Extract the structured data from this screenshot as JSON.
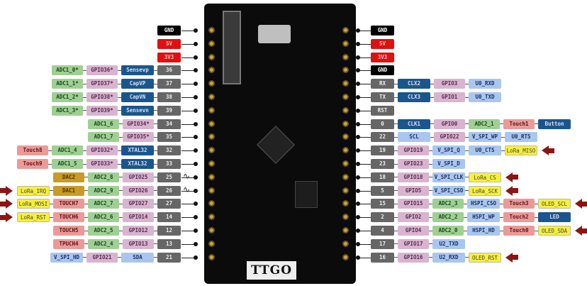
{
  "board": {
    "label": "TTGO"
  },
  "colors": {
    "gnd": "#000000",
    "power": "#e01010",
    "pin": "#666666",
    "function": "#1a568e",
    "gpio": "#d8b4cf",
    "adc": "#9fcf94",
    "touch": "#ec9a98",
    "lora_oled": "#f7f03a",
    "dac": "#c99a25",
    "spi_uart": "#a9c6ee",
    "arrow": "#8e1414"
  },
  "left_pins": [
    {
      "labels": [
        [
          "GND",
          "gnd"
        ]
      ]
    },
    {
      "labels": [
        [
          "5V",
          "pwr"
        ]
      ]
    },
    {
      "labels": [
        [
          "3V3",
          "pwr"
        ]
      ]
    },
    {
      "labels": [
        [
          "36",
          "pin"
        ],
        [
          "Sensevp",
          "func"
        ],
        [
          "GPIO36*",
          "gpio"
        ],
        [
          "ADC1_0*",
          "adc"
        ]
      ]
    },
    {
      "labels": [
        [
          "37",
          "pin"
        ],
        [
          "CapVP",
          "func"
        ],
        [
          "GPIO37*",
          "gpio"
        ],
        [
          "ADC1_1*",
          "adc"
        ]
      ]
    },
    {
      "labels": [
        [
          "38",
          "pin"
        ],
        [
          "CapVN",
          "func"
        ],
        [
          "GPIO38*",
          "gpio"
        ],
        [
          "ADC1_2*",
          "adc"
        ]
      ]
    },
    {
      "labels": [
        [
          "39",
          "pin"
        ],
        [
          "Sensevn",
          "func"
        ],
        [
          "GPIO39*",
          "gpio"
        ],
        [
          "ADC1_3*",
          "adc"
        ]
      ]
    },
    {
      "labels": [
        [
          "34",
          "pin"
        ],
        [
          "GPIO34*",
          "gpio"
        ],
        [
          "ADC1_6",
          "adc"
        ]
      ]
    },
    {
      "labels": [
        [
          "35",
          "pin"
        ],
        [
          "GPIO35*",
          "gpio"
        ],
        [
          "ADC1_7",
          "adc"
        ]
      ]
    },
    {
      "labels": [
        [
          "32",
          "pin"
        ],
        [
          "XTAL32",
          "func"
        ],
        [
          "GPIO32*",
          "gpio"
        ],
        [
          "ADC1_4",
          "adc"
        ],
        [
          "Touch8",
          "touch"
        ]
      ]
    },
    {
      "labels": [
        [
          "33",
          "pin"
        ],
        [
          "XTAL32",
          "func"
        ],
        [
          "GPIO33*",
          "gpio"
        ],
        [
          "ADC1_5",
          "adc"
        ],
        [
          "Touch9",
          "touch"
        ]
      ]
    },
    {
      "labels": [
        [
          "25",
          "pin"
        ],
        [
          "GPIO25",
          "gpio"
        ],
        [
          "ADC2_8",
          "adc"
        ],
        [
          "DAC2",
          "dac"
        ]
      ],
      "wave": true
    },
    {
      "labels": [
        [
          "26",
          "pin"
        ],
        [
          "GPIO26",
          "gpio"
        ],
        [
          "ADC2_9",
          "adc"
        ],
        [
          "DAC1",
          "dac"
        ],
        [
          "LoRa_IRQ",
          "lora"
        ]
      ],
      "wave": true,
      "arrow": true
    },
    {
      "labels": [
        [
          "27",
          "pin"
        ],
        [
          "GPIO27",
          "gpio"
        ],
        [
          "ADC2_7",
          "adc"
        ],
        [
          "TOUCH7",
          "touch"
        ],
        [
          "LoRa_MOSI",
          "lora"
        ]
      ],
      "arrow": true
    },
    {
      "labels": [
        [
          "14",
          "pin"
        ],
        [
          "GPIO14",
          "gpio"
        ],
        [
          "ADC2_6",
          "adc"
        ],
        [
          "TOUCH6",
          "touch"
        ],
        [
          "LoRa_RST",
          "lora"
        ]
      ],
      "arrow": true
    },
    {
      "labels": [
        [
          "12",
          "pin"
        ],
        [
          "GPIO12",
          "gpio"
        ],
        [
          "ADC2_5",
          "adc"
        ],
        [
          "TOUCH5",
          "touch"
        ]
      ]
    },
    {
      "labels": [
        [
          "13",
          "pin"
        ],
        [
          "GPIO13",
          "gpio"
        ],
        [
          "ADC2_4",
          "adc"
        ],
        [
          "TPUCH4",
          "touch"
        ]
      ]
    },
    {
      "labels": [
        [
          "21",
          "pin"
        ],
        [
          "SDA",
          "spi"
        ],
        [
          "GPIO21",
          "gpio"
        ],
        [
          "V_SPI_HD",
          "spi"
        ]
      ]
    }
  ],
  "right_pins": [
    {
      "labels": [
        [
          "GND",
          "gnd"
        ]
      ]
    },
    {
      "labels": [
        [
          "5V",
          "pwr"
        ]
      ]
    },
    {
      "labels": [
        [
          "3V3",
          "pwr"
        ]
      ]
    },
    {
      "labels": [
        [
          "GND",
          "gnd"
        ]
      ]
    },
    {
      "labels": [
        [
          "RX",
          "pin"
        ],
        [
          "CLX2",
          "func"
        ],
        [
          "GPIO3",
          "gpio"
        ],
        [
          "U0_RXD",
          "spi"
        ]
      ]
    },
    {
      "labels": [
        [
          "TX",
          "pin"
        ],
        [
          "CLX3",
          "func"
        ],
        [
          "GPIO1",
          "gpio"
        ],
        [
          "U0_TXD",
          "spi"
        ]
      ]
    },
    {
      "labels": [
        [
          "RST",
          "pin"
        ]
      ]
    },
    {
      "labels": [
        [
          "0",
          "pin"
        ],
        [
          "CLK1",
          "func"
        ],
        [
          "GPIO0",
          "gpio"
        ],
        [
          "ADC2_1",
          "adc"
        ],
        [
          "Touch1",
          "touch"
        ],
        [
          "Button",
          "func"
        ]
      ]
    },
    {
      "labels": [
        [
          "22",
          "pin"
        ],
        [
          "SCL",
          "spi"
        ],
        [
          "GPIO22",
          "gpio"
        ],
        [
          "V_SPI_WP",
          "spi"
        ],
        [
          "U0_RTS",
          "spi"
        ]
      ]
    },
    {
      "labels": [
        [
          "19",
          "pin"
        ],
        [
          "GPIO19",
          "gpio"
        ],
        [
          "V_SPI_Q",
          "spi"
        ],
        [
          "U0_CTS",
          "spi"
        ],
        [
          "LoRa_MISO",
          "lora"
        ]
      ],
      "arrow": true
    },
    {
      "labels": [
        [
          "23",
          "pin"
        ],
        [
          "GPIO23",
          "gpio"
        ],
        [
          "V_SPI_D",
          "spi"
        ]
      ]
    },
    {
      "labels": [
        [
          "18",
          "pin"
        ],
        [
          "GPIO18",
          "gpio"
        ],
        [
          "V_SPI_CLK",
          "spi"
        ],
        [
          "LoRa_CS",
          "lora"
        ]
      ],
      "arrow": true
    },
    {
      "labels": [
        [
          "5",
          "pin"
        ],
        [
          "GPIO5",
          "gpio"
        ],
        [
          "V_SPI_CSO",
          "spi"
        ],
        [
          "LoRa_SCK",
          "lora"
        ]
      ],
      "arrow": true
    },
    {
      "labels": [
        [
          "15",
          "pin"
        ],
        [
          "GPIO15",
          "gpio"
        ],
        [
          "ADC2_3",
          "adc"
        ],
        [
          "HSPI_CSO",
          "spi"
        ],
        [
          "Touch3",
          "touch"
        ],
        [
          "OLED_SCL",
          "lora"
        ]
      ],
      "arrow": true
    },
    {
      "labels": [
        [
          "2",
          "pin"
        ],
        [
          "GPIO2",
          "gpio"
        ],
        [
          "ADC2_2",
          "adc"
        ],
        [
          "HSPI_WP",
          "spi"
        ],
        [
          "Touch2",
          "touch"
        ],
        [
          "LED",
          "func"
        ]
      ]
    },
    {
      "labels": [
        [
          "4",
          "pin"
        ],
        [
          "GPIO4",
          "gpio"
        ],
        [
          "ADC2_0",
          "adc"
        ],
        [
          "HSPI_HD",
          "spi"
        ],
        [
          "Touch0",
          "touch"
        ],
        [
          "OLED_SDA",
          "lora"
        ]
      ],
      "arrow": true
    },
    {
      "labels": [
        [
          "17",
          "pin"
        ],
        [
          "GPIO17",
          "gpio"
        ],
        [
          "U2_TXD",
          "spi"
        ]
      ]
    },
    {
      "labels": [
        [
          "16",
          "pin"
        ],
        [
          "GPIO16",
          "gpio"
        ],
        [
          "U2_RXD",
          "spi"
        ],
        [
          "OLED_RST",
          "lora"
        ]
      ],
      "arrow": true
    }
  ]
}
